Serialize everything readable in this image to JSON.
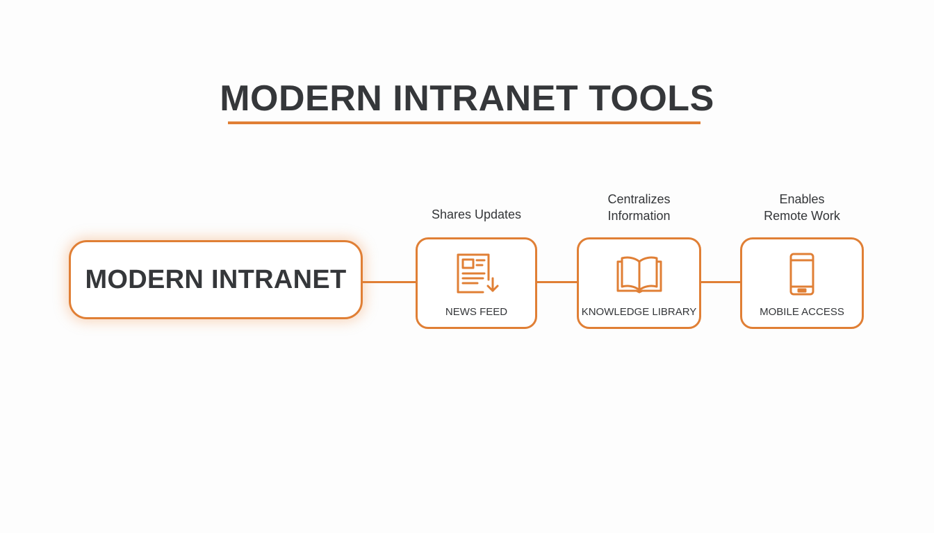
{
  "title": "MODERN INTRANET TOOLS",
  "colors": {
    "accent": "#e07f35",
    "text": "#35373a",
    "background": "#fdfdfd"
  },
  "center_node": {
    "label": "MODERN INTRANET"
  },
  "tools": [
    {
      "label": "NEWS FEED",
      "caption": "Shares Updates",
      "icon": "news-feed-icon"
    },
    {
      "label": "KNOWLEDGE LIBRARY",
      "caption": "Centralizes Information",
      "caption_lines": [
        "Centralizes",
        "Information"
      ],
      "icon": "open-book-icon"
    },
    {
      "label": "MOBILE ACCESS",
      "caption": "Enables Remote Work",
      "caption_lines": [
        "Enables",
        "Remote Work"
      ],
      "icon": "smartphone-icon"
    }
  ]
}
